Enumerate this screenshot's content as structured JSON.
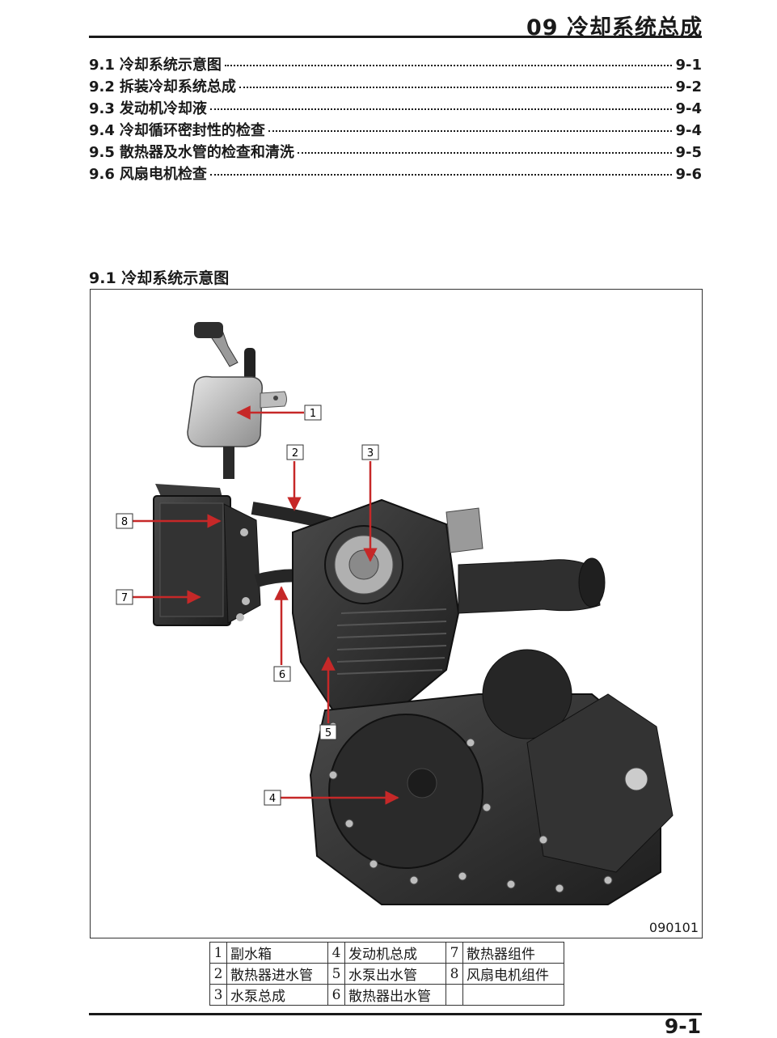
{
  "header": {
    "chapter_title": "09 冷却系统总成"
  },
  "toc": [
    {
      "num": "9.1",
      "label": "冷却系统示意图",
      "page": "9-1"
    },
    {
      "num": "9.2",
      "label": "拆装冷却系统总成",
      "page": "9-2"
    },
    {
      "num": "9.3",
      "label": "发动机冷却液",
      "page": "9-4"
    },
    {
      "num": "9.4",
      "label": "冷却循环密封性的检查",
      "page": "9-4"
    },
    {
      "num": "9.5",
      "label": "散热器及水管的检查和清洗",
      "page": "9-5"
    },
    {
      "num": "9.6",
      "label": "风扇电机检查",
      "page": "9-6"
    }
  ],
  "section": {
    "heading": "9.1 冷却系统示意图"
  },
  "figure": {
    "code": "090101",
    "callouts": [
      "1",
      "2",
      "3",
      "4",
      "5",
      "6",
      "7",
      "8"
    ]
  },
  "legend": [
    [
      {
        "n": "1",
        "t": "副水箱"
      },
      {
        "n": "4",
        "t": "发动机总成"
      },
      {
        "n": "7",
        "t": "散热器组件"
      }
    ],
    [
      {
        "n": "2",
        "t": "散热器进水管"
      },
      {
        "n": "5",
        "t": "水泵出水管"
      },
      {
        "n": "8",
        "t": "风扇电机组件"
      }
    ],
    [
      {
        "n": "3",
        "t": "水泵总成"
      },
      {
        "n": "6",
        "t": "散热器出水管"
      },
      {
        "n": "",
        "t": ""
      }
    ]
  ],
  "footer": {
    "page_number": "9-1"
  },
  "colors": {
    "callout_arrow": "#c62828",
    "engine_body": "#2b2b2b"
  }
}
